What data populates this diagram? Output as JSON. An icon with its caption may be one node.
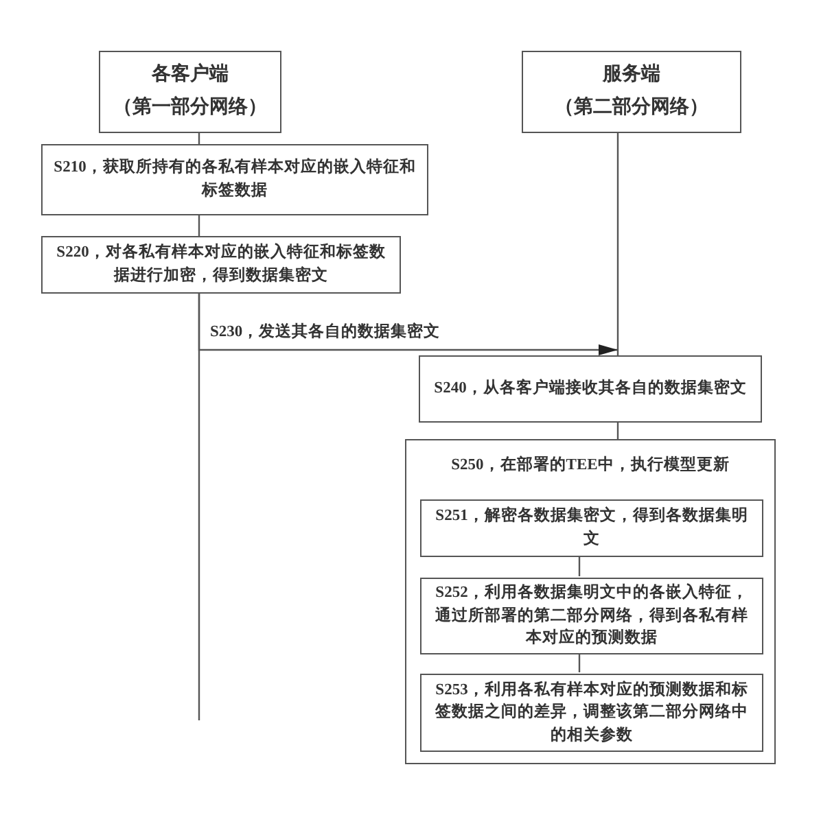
{
  "diagram": {
    "nodes": [
      {
        "text": [
          "各客户端",
          "（第一部分网络）"
        ]
      },
      {
        "text": [
          "S210，获取所持有的各私有样本对应的嵌入特征和标签数据"
        ]
      },
      {
        "text": [
          "S220，对各私有样本对应的嵌入特征和标签数据进行加密，得到数据集密文"
        ]
      },
      {
        "text": [
          "服务端",
          "（第二部分网络）"
        ]
      },
      {
        "text": [
          "S240，从各客户端接收其各自的数据集密文"
        ]
      },
      {
        "text": [
          "S250，在部署的TEE中，执行模型更新"
        ]
      },
      {
        "text": [
          "S251，解密各数据集密文，得到各数据集明文"
        ],
        "in": 5
      },
      {
        "text": [
          "S252，利用各数据集明文中的各嵌入特征，通过所部署的第二部分网络，得到各私有样本对应的预测数据"
        ],
        "in": 5
      },
      {
        "text": [
          "S253，利用各私有样本对应的预测数据和标签数据之间的差异，调整该第二部分网络中的相关参数"
        ],
        "in": 5
      }
    ],
    "edges": [
      {
        "from": 0,
        "to": 1,
        "arrow": "none"
      },
      {
        "from": 1,
        "to": 2,
        "arrow": "none"
      },
      {
        "from": 2,
        "to": null,
        "arrow": "none"
      },
      {
        "from": 2,
        "to": 4,
        "arrow": "to",
        "label": "S230，发送其各自的数据集密文"
      },
      {
        "from": 3,
        "to": 4,
        "arrow": "none"
      },
      {
        "from": 4,
        "to": 5,
        "arrow": "none"
      },
      {
        "from": 6,
        "to": 7,
        "arrow": "none"
      },
      {
        "from": 7,
        "to": 8,
        "arrow": "none"
      }
    ]
  }
}
